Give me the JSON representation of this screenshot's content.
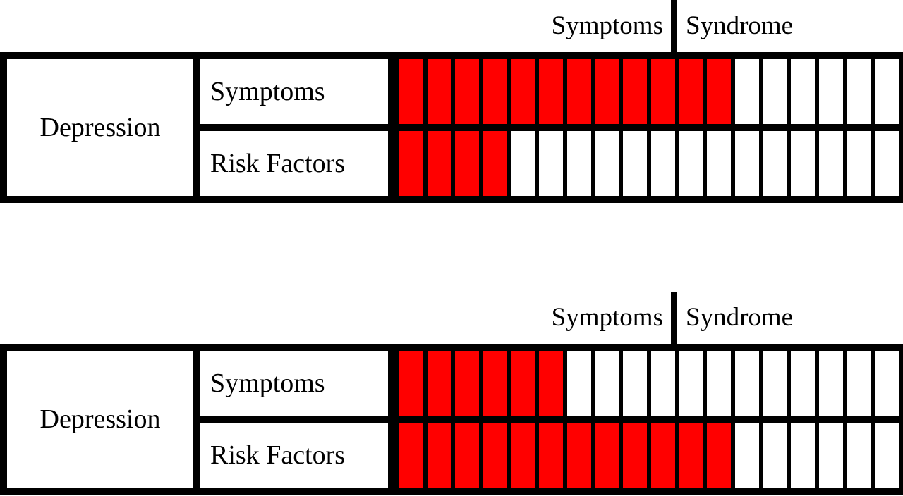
{
  "figure": {
    "type": "criteria-coverage-grid",
    "colors": {
      "filled": "#ff0000",
      "empty": "#ffffff",
      "border": "#000000"
    },
    "total_cells_per_row": 18
  },
  "blocks": [
    {
      "id": "block-top",
      "header": {
        "left_label": "Symptoms",
        "right_label": "Syndrome",
        "divider_cell_index": 10
      },
      "disorder": "Depression",
      "rows": [
        {
          "label": "Symptoms",
          "filled_count": 12,
          "total": 18,
          "cells": [
            1,
            1,
            1,
            1,
            1,
            1,
            1,
            1,
            1,
            1,
            1,
            1,
            0,
            0,
            0,
            0,
            0,
            0
          ]
        },
        {
          "label": "Risk Factors",
          "filled_count": 4,
          "total": 18,
          "cells": [
            1,
            1,
            1,
            1,
            0,
            0,
            0,
            0,
            0,
            0,
            0,
            0,
            0,
            0,
            0,
            0,
            0,
            0
          ]
        }
      ]
    },
    {
      "id": "block-bottom",
      "header": {
        "left_label": "Symptoms",
        "right_label": "Syndrome",
        "divider_cell_index": 10
      },
      "disorder": "Depression",
      "rows": [
        {
          "label": "Symptoms",
          "filled_count": 6,
          "total": 18,
          "cells": [
            1,
            1,
            1,
            1,
            1,
            1,
            0,
            0,
            0,
            0,
            0,
            0,
            0,
            0,
            0,
            0,
            0,
            0
          ]
        },
        {
          "label": "Risk Factors",
          "filled_count": 12,
          "total": 18,
          "cells": [
            1,
            1,
            1,
            1,
            1,
            1,
            1,
            1,
            1,
            1,
            1,
            1,
            0,
            0,
            0,
            0,
            0,
            0
          ]
        }
      ]
    }
  ]
}
